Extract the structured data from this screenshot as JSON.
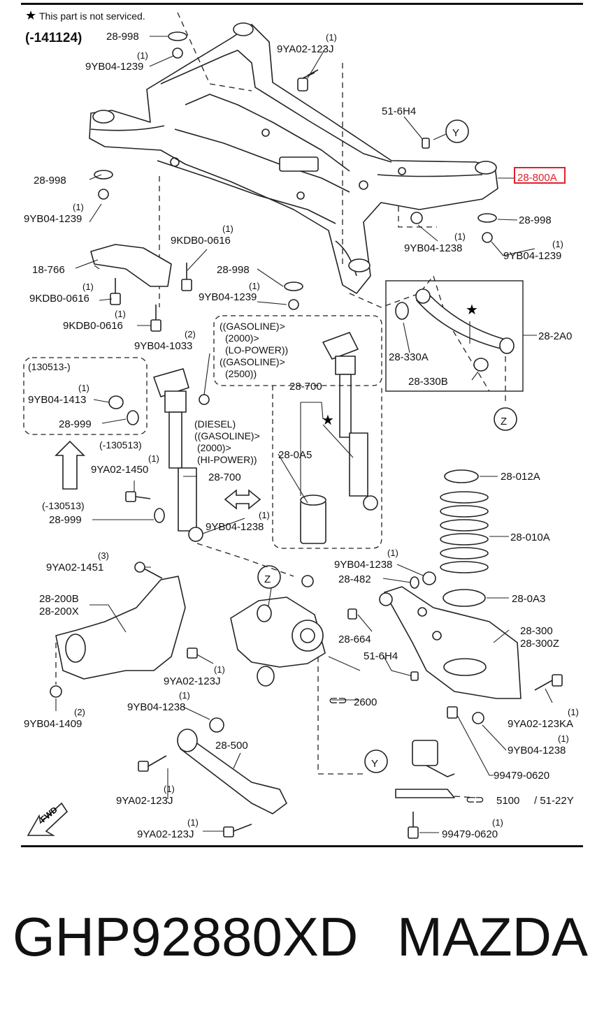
{
  "header": {
    "note": "This part is not serviced.",
    "serial": "(-141124)"
  },
  "labels": {
    "l_28_998_a": "28-998",
    "q_9yb04_1239_a": "(1)",
    "l_9yb04_1239_a": "9YB04-1239",
    "q_9ya02_123j_a": "(1)",
    "l_9ya02_123j_a": "9YA02-123J",
    "l_51_6h4_a": "51-6H4",
    "ref_y_a": "Y",
    "l_28_800a": "28-800A",
    "l_28_998_b": "28-998",
    "q_9yb04_1239_b": "(1)",
    "l_9yb04_1239_b": "9YB04-1239",
    "l_28_998_c": "28-998",
    "q_9yb04_1239_c": "(1)",
    "l_9yb04_1239_c": "9YB04-1239",
    "q_9yb04_1238_a": "(1)",
    "l_9yb04_1238_a": "9YB04-1238",
    "q_9kdb0_0616_a": "(1)",
    "l_9kdb0_0616_a": "9KDB0-0616",
    "l_18_766": "18-766",
    "q_9kdb0_0616_b": "(1)",
    "l_9kdb0_0616_b": "9KDB0-0616",
    "q_9kdb0_0616_c": "(1)",
    "l_9kdb0_0616_c": "9KDB0-0616",
    "l_28_998_d": "28-998",
    "q_9yb04_1239_d": "(1)",
    "l_9yb04_1239_d": "9YB04-1239",
    "l_28_2a0": "28-2A0",
    "l_28_330a": "28-330A",
    "l_28_330b": "28-330B",
    "ref_z_a": "Z",
    "q_9yb04_1033": "(2)",
    "l_9yb04_1033": "9YB04-1033",
    "g_1": "((GASOLINE)>",
    "g_2": "(2000)>",
    "g_3": "(LO-POWER))",
    "g_4": "((GASOLINE)>",
    "g_5": "(2500))",
    "b_130513": "(130513-)",
    "q_9yb04_1413": "(1)",
    "l_9yb04_1413": "9YB04-1413",
    "l_28_999_a": "28-999",
    "d_1": "(DIESEL)",
    "d_2": "((GASOLINE)>",
    "d_3": "(2000)>",
    "d_4": "(HI-POWER))",
    "b_130513_b": "(-130513)",
    "q_9ya02_1450": "(1)",
    "l_9ya02_1450": "9YA02-1450",
    "l_28_700_a": "28-700",
    "l_28_700_b": "28-700",
    "l_28_0a5": "28-0A5",
    "b_130513_c": "(-130513)",
    "l_28_999_b": "28-999",
    "q_9yb04_1238_b": "(1)",
    "l_9yb04_1238_b": "9YB04-1238",
    "l_28_012a": "28-012A",
    "l_28_010a": "28-010A",
    "q_9ya02_1451": "(3)",
    "l_9ya02_1451": "9YA02-1451",
    "ref_z_b": "Z",
    "q_9yb04_1238_c": "(1)",
    "l_9yb04_1238_c": "9YB04-1238",
    "l_28_482": "28-482",
    "l_28_0a3": "28-0A3",
    "l_28_200b": "28-200B",
    "l_28_200x": "28-200X",
    "l_28_664": "28-664",
    "l_28_300": "28-300",
    "l_28_300z": "28-300Z",
    "q_9ya02_123j_b": "(1)",
    "l_9ya02_123j_b": "9YA02-123J",
    "l_51_6h4_b": "51-6H4",
    "l_2600": "2600",
    "q_9yb04_1409": "(2)",
    "l_9yb04_1409": "9YB04-1409",
    "q_9yb04_1238_d": "(1)",
    "l_9yb04_1238_d": "9YB04-1238",
    "q_9ya02_123ka": "(1)",
    "l_9ya02_123ka": "9YA02-123KA",
    "l_28_500": "28-500",
    "q_9yb04_1238_e": "(1)",
    "l_9yb04_1238_e": "9YB04-1238",
    "ref_y_b": "Y",
    "l_99479_0620_a": "99479-0620",
    "q_9ya02_123j_c": "(1)",
    "l_9ya02_123j_c": "9YA02-123J",
    "l_5100": "5100",
    "l_51_22y": "/ 51-22Y",
    "q_9ya02_123j_d": "(1)",
    "l_9ya02_123j_d": "9YA02-123J",
    "q_99479_0620": "(1)",
    "l_99479_0620_b": "99479-0620",
    "fwd": "FWD"
  },
  "footer": {
    "part_number": "GHP92880XD",
    "brand": "MAZDA"
  },
  "colors": {
    "highlight": "#e0202a",
    "ink": "#111111"
  }
}
